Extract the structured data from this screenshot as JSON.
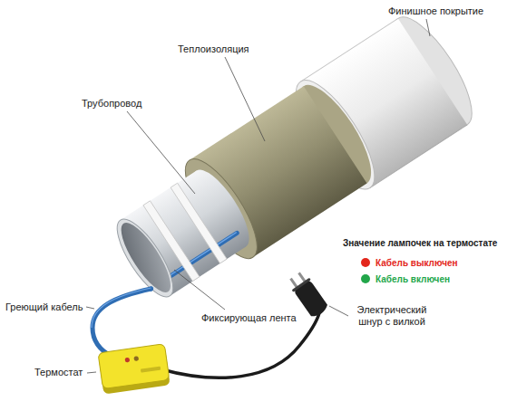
{
  "diagram": {
    "labels": [
      "Финишное покрытие",
      "Теплоизоляция",
      "Трубопровод",
      "Значение лампочек на термостате",
      "Электрический шнур с вилкой",
      "Греющий кабель",
      "Фиксирующая лента",
      "Термостат"
    ],
    "legend": [
      {
        "text": "Кабель выключен",
        "color": "#e3261b"
      },
      {
        "text": "Кабель включен",
        "color": "#22a64a"
      }
    ]
  }
}
